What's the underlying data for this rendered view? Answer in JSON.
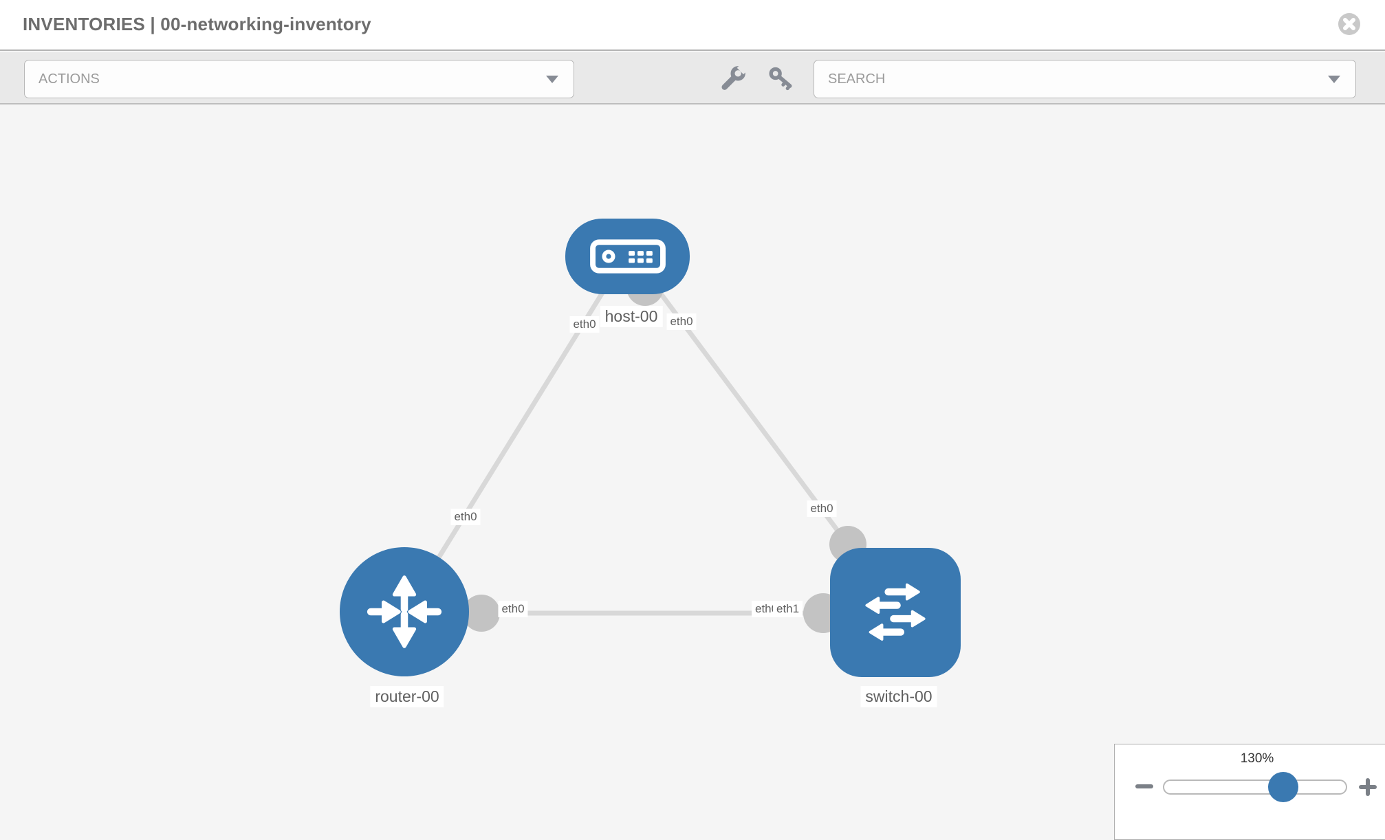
{
  "window": {
    "title": "INVENTORIES | 00-networking-inventory"
  },
  "toolbar": {
    "actions": {
      "label": "ACTIONS"
    },
    "search": {
      "placeholder": "SEARCH"
    },
    "icons": [
      "wrench-icon",
      "key-icon"
    ]
  },
  "topology": {
    "nodes": [
      {
        "label": "host-00",
        "type": "host"
      },
      {
        "label": "router-00",
        "type": "router"
      },
      {
        "label": "switch-00",
        "type": "switch"
      }
    ],
    "links": [
      {
        "from": "host-00",
        "to": "router-00",
        "labels": [
          "eth0",
          "eth0"
        ]
      },
      {
        "from": "host-00",
        "to": "switch-00",
        "labels": [
          "eth0",
          "eth0"
        ]
      },
      {
        "from": "router-00",
        "to": "switch-00",
        "labels": [
          "eth0",
          "eth1"
        ]
      }
    ]
  },
  "zoom": {
    "level": "130%"
  },
  "colors": {
    "node_blue": "#3a79b1",
    "link_gray": "#d8d8d8",
    "connector_gray": "#c3c3c3",
    "toolbar_gray": "#e9e9e9"
  }
}
